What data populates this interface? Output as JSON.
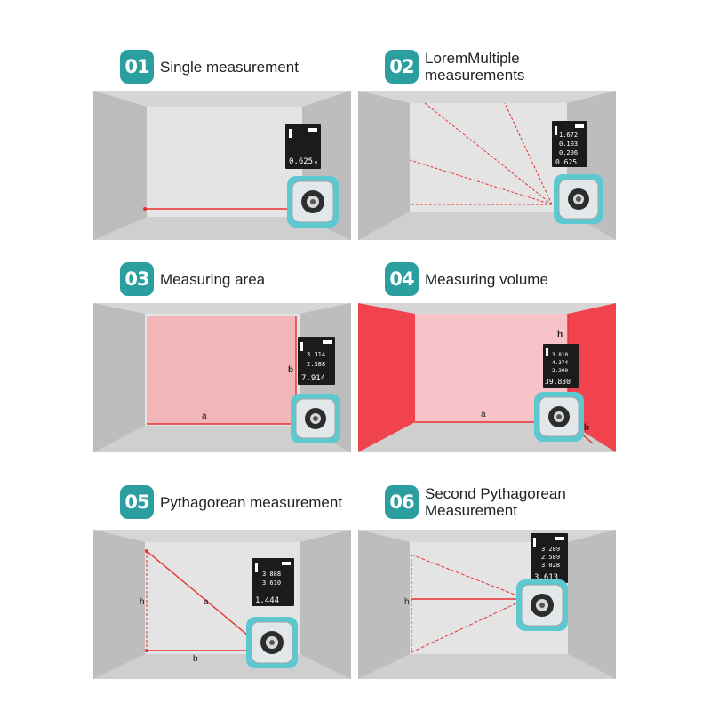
{
  "panels": [
    {
      "num": "01",
      "title_line1": "Single measurement",
      "title_line2": "",
      "lcd": [
        "0.625"
      ],
      "units": [
        "m"
      ]
    },
    {
      "num": "02",
      "title_line1": "LoremMultiple",
      "title_line2": "measurements",
      "lcd": [
        "1.672",
        "0.103",
        "0.206",
        "0.625"
      ],
      "units": [
        "m",
        "m",
        "m",
        "m"
      ]
    },
    {
      "num": "03",
      "title_line1": "Measuring area",
      "title_line2": "",
      "lcd": [
        "3.314",
        "2.388",
        "7.914"
      ],
      "units": [
        "m",
        "m",
        "m²"
      ],
      "labels": {
        "a": "a",
        "b": "b"
      }
    },
    {
      "num": "04",
      "title_line1": "Measuring volume",
      "title_line2": "",
      "lcd": [
        "3.810",
        "4.374",
        "2.390",
        "39.830"
      ],
      "units": [
        "m",
        "m",
        "m",
        "m³"
      ],
      "labels": {
        "a": "a",
        "b": "b",
        "h": "h"
      }
    },
    {
      "num": "05",
      "title_line1": "Pythagorean measurement",
      "title_line2": "",
      "lcd": [
        "3.888",
        "3.610",
        "1.444"
      ],
      "units": [
        "m",
        "m",
        "m"
      ],
      "labels": {
        "a": "a",
        "b": "b",
        "h": "h"
      }
    },
    {
      "num": "06",
      "title_line1": "Second Pythagorean",
      "title_line2": "Measurement",
      "lcd": [
        "3.289",
        "2.589",
        "3.028",
        "3.613"
      ],
      "units": [
        "m",
        "m",
        "m",
        "m"
      ],
      "labels": {
        "h": "h"
      }
    }
  ],
  "colors": {
    "accent": "#2b9ea0",
    "laser": "#e8312f",
    "area_fill": "#f2b5b8",
    "volume_fill": "#f0434d",
    "device": "#5cc8d0"
  }
}
